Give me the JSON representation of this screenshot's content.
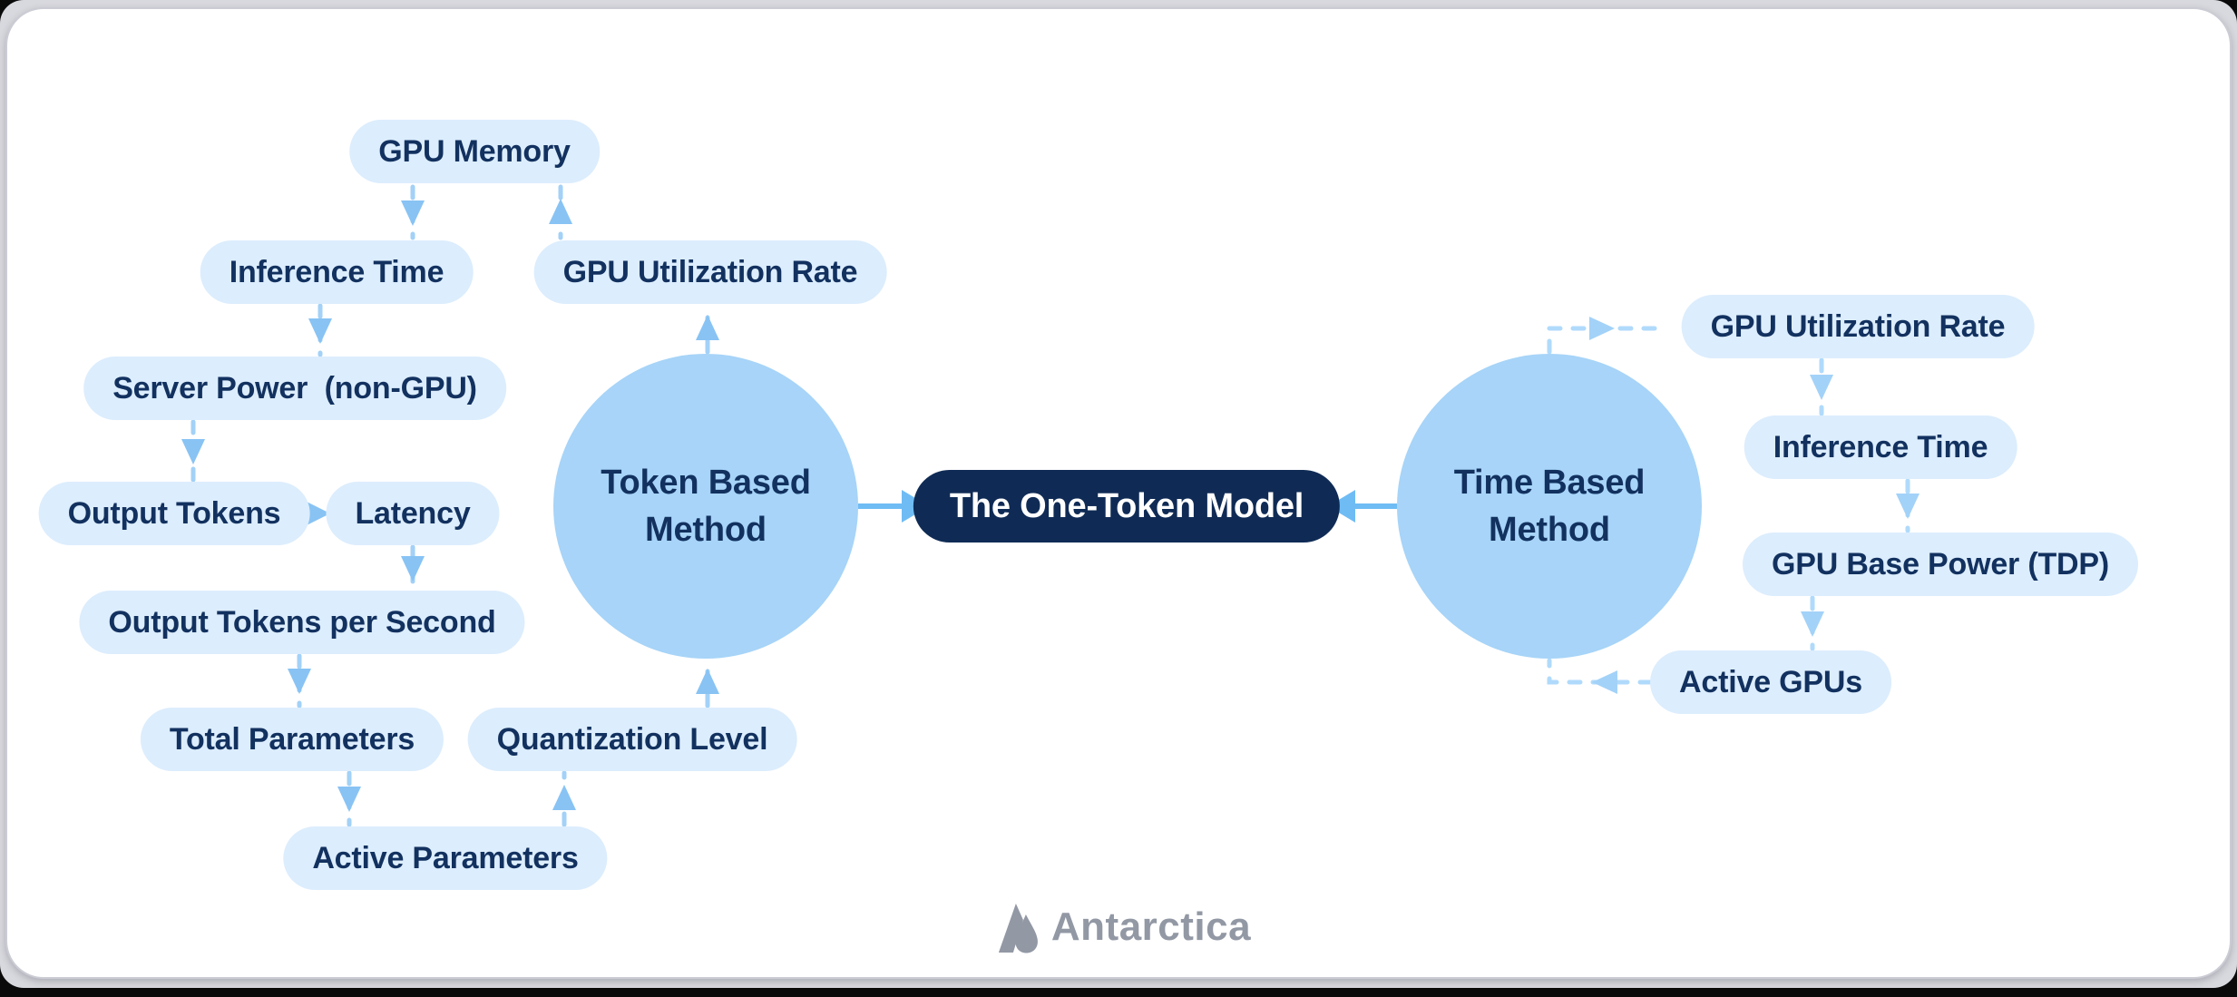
{
  "diagram": {
    "center_node": {
      "label": "The One-Token Model"
    },
    "token_method": {
      "label": "Token Based Method"
    },
    "time_method": {
      "label": "Time Based Method"
    },
    "token_factors": [
      "GPU Memory",
      "Inference Time",
      "GPU Utilization Rate",
      "Server Power  (non-GPU)",
      "Output Tokens",
      "Latency",
      "Output Tokens per Second",
      "Total Parameters",
      "Quantization Level",
      "Active Parameters"
    ],
    "time_factors": [
      "GPU Utilization Rate",
      "Inference Time",
      "GPU Base Power (TDP)",
      "Active GPUs"
    ],
    "connections": [
      {
        "from": "GPU Memory",
        "to": "Inference Time",
        "style": "dashed"
      },
      {
        "from": "GPU Utilization Rate (left)",
        "to": "GPU Memory",
        "style": "dashed"
      },
      {
        "from": "Inference Time",
        "to": "Server Power (non-GPU)",
        "style": "dashed"
      },
      {
        "from": "Server Power (non-GPU)",
        "to": "Output Tokens",
        "style": "dashed"
      },
      {
        "from": "Output Tokens",
        "to": "Latency",
        "style": "dashed"
      },
      {
        "from": "Latency",
        "to": "Output Tokens per Second",
        "style": "dashed"
      },
      {
        "from": "Output Tokens per Second",
        "to": "Total Parameters",
        "style": "dashed"
      },
      {
        "from": "Total Parameters",
        "to": "Active Parameters",
        "style": "dashed"
      },
      {
        "from": "Active Parameters",
        "to": "Quantization Level",
        "style": "dashed"
      },
      {
        "from": "Quantization Level",
        "to": "Token Based Method",
        "style": "dashed"
      },
      {
        "from": "Token Based Method",
        "to": "GPU Utilization Rate (left)",
        "style": "dashed"
      },
      {
        "from": "Token Based Method",
        "to": "The One-Token Model",
        "style": "solid"
      },
      {
        "from": "Time Based Method",
        "to": "The One-Token Model",
        "style": "solid"
      },
      {
        "from": "Time Based Method",
        "to": "GPU Utilization Rate (right)",
        "style": "dashed"
      },
      {
        "from": "GPU Utilization Rate (right)",
        "to": "Inference Time (right)",
        "style": "dashed"
      },
      {
        "from": "Inference Time (right)",
        "to": "GPU Base Power (TDP)",
        "style": "dashed"
      },
      {
        "from": "GPU Base Power (TDP)",
        "to": "Active GPUs",
        "style": "dashed"
      },
      {
        "from": "Active GPUs",
        "to": "Time Based Method",
        "style": "dashed"
      }
    ]
  },
  "footer": {
    "brand": "Antarctica"
  },
  "colors": {
    "pill_bg": "#dcedfd",
    "pill_text": "#12315f",
    "circle_bg": "#a7d4f8",
    "navy_bg": "#0f2b55",
    "navy_text": "#ffffff",
    "solid_arrow": "#6fbcf5",
    "dash_left": "#a3d1f7",
    "head_left": "#88c3f4",
    "dash_right": "#b0dafb",
    "head_right": "#a3d2f8",
    "brand_gray": "#9298a4"
  }
}
